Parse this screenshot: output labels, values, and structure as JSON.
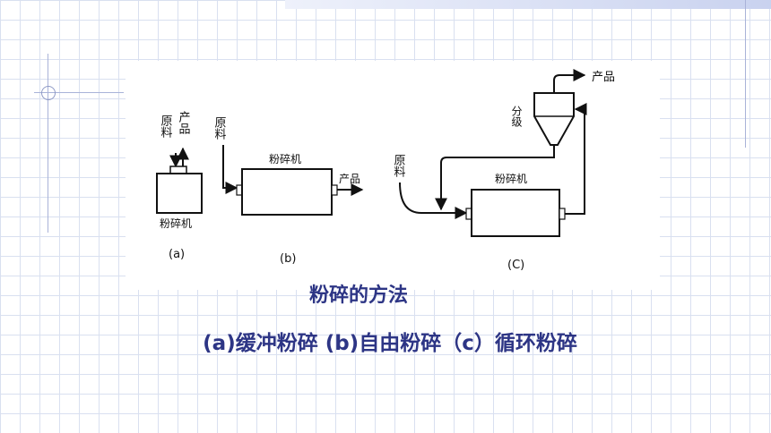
{
  "diagram": {
    "a": {
      "label": "(a)",
      "input": "原料",
      "output": "产品",
      "machine": "粉碎机"
    },
    "b": {
      "label": "(b)",
      "input": "原料",
      "output": "产品",
      "machine": "粉碎机"
    },
    "c": {
      "label": "(C)",
      "input": "原料",
      "output": "产品",
      "machine": "粉碎机",
      "classifier": "分级"
    }
  },
  "caption": {
    "title": "粉碎的方法",
    "subtitle": "(a)缓冲粉碎 (b)自由粉碎（c）循环粉碎"
  }
}
